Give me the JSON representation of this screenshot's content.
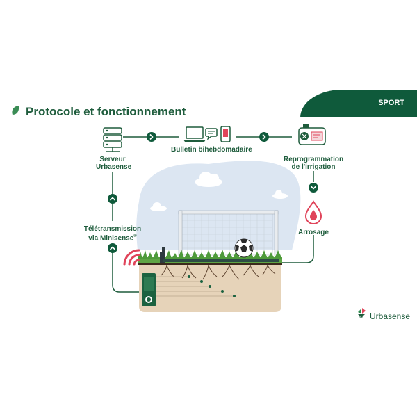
{
  "header": {
    "title": "Protocole et fonctionnement",
    "tag": "SPORT"
  },
  "steps": {
    "server": {
      "line1": "Serveur",
      "line2": "Urbasense"
    },
    "bulletin": {
      "label": "Bulletin bihebdomadaire"
    },
    "reprog": {
      "line1": "Reprogrammation",
      "line2": "de l'irrigation"
    },
    "watering": {
      "label": "Arrosage"
    },
    "transmission": {
      "line1": "Télétransmission",
      "line2": "via Minisense",
      "sup": "®"
    }
  },
  "footer": {
    "copyright": "©",
    "brand": "Urbasense"
  },
  "colors": {
    "primary": "#0f5a3b",
    "sky": "#dce6f2",
    "soil": "#e6d3b9",
    "grass": "#5ea544",
    "signal": "#e0445a"
  },
  "icons": [
    "leaf-icon",
    "server-icon",
    "laptop-icon",
    "chat-icon",
    "phone-icon",
    "controller-icon",
    "water-drop-icon",
    "signal-icon",
    "soccer-ball-icon",
    "goal-icon",
    "sensor-icon",
    "urbasense-logo-icon"
  ]
}
